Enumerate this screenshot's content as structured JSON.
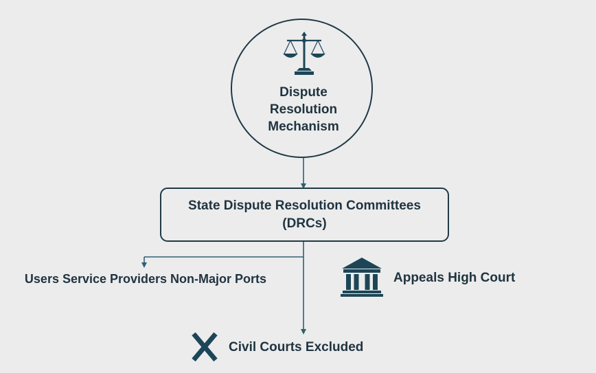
{
  "root": {
    "label": "Dispute Resolution Mechanism",
    "icon": "scales-of-justice-icon"
  },
  "committee": {
    "label": "State Dispute Resolution Committees (DRCs)"
  },
  "branches": {
    "users": {
      "label": "Users Service Providers Non-Major Ports"
    },
    "appeals": {
      "label": "Appeals High Court",
      "icon": "courthouse-icon"
    },
    "excluded": {
      "label": "Civil Courts Excluded",
      "icon": "cross-icon"
    }
  },
  "colors": {
    "background": "#ececec",
    "line": "#1e3a46",
    "text": "#1f3340",
    "icon": "#1c4657",
    "arrow": "#2f5f73"
  }
}
